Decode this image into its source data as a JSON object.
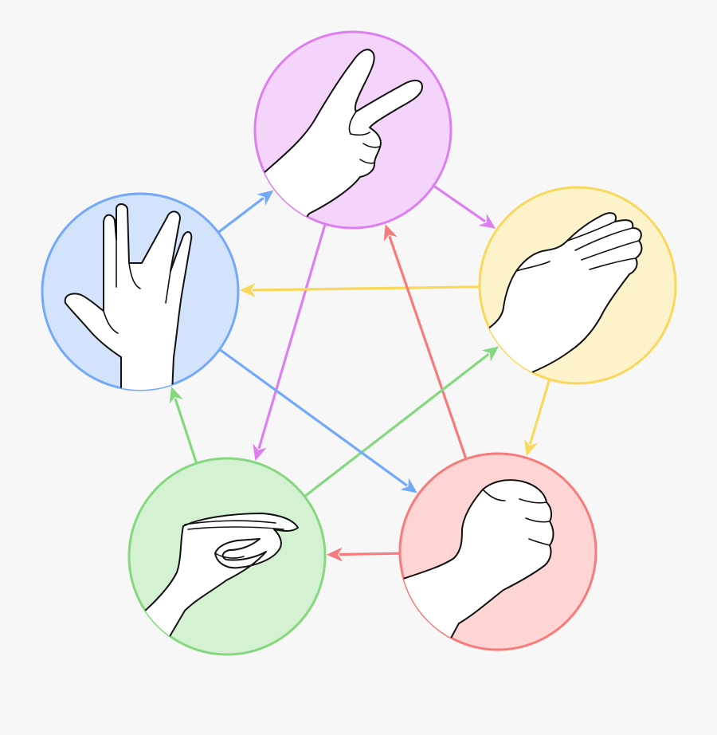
{
  "background": "#f7f7f7",
  "nodes": [
    {
      "id": "scissors",
      "icon": "scissors-hand-icon",
      "fill": "#f5d4fb",
      "stroke": "#dd7ff0"
    },
    {
      "id": "paper",
      "icon": "paper-hand-icon",
      "fill": "#fdf3cb",
      "stroke": "#fad85c"
    },
    {
      "id": "rock",
      "icon": "rock-hand-icon",
      "fill": "#ffd4d4",
      "stroke": "#f77b7b"
    },
    {
      "id": "lizard",
      "icon": "lizard-hand-icon",
      "fill": "#d4f1d2",
      "stroke": "#85d87e"
    },
    {
      "id": "spock",
      "icon": "spock-hand-icon",
      "fill": "#d3e3fc",
      "stroke": "#73a9f8"
    }
  ],
  "edges": [
    {
      "from": "scissors",
      "to": "paper",
      "color": "#dd7ff0"
    },
    {
      "from": "scissors",
      "to": "lizard",
      "color": "#dd7ff0"
    },
    {
      "from": "paper",
      "to": "rock",
      "color": "#fad85c"
    },
    {
      "from": "paper",
      "to": "spock",
      "color": "#fad85c"
    },
    {
      "from": "rock",
      "to": "lizard",
      "color": "#f77b7b"
    },
    {
      "from": "rock",
      "to": "scissors",
      "color": "#f77b7b"
    },
    {
      "from": "lizard",
      "to": "spock",
      "color": "#85d87e"
    },
    {
      "from": "lizard",
      "to": "paper",
      "color": "#85d87e"
    },
    {
      "from": "spock",
      "to": "scissors",
      "color": "#73a9f8"
    },
    {
      "from": "spock",
      "to": "rock",
      "color": "#73a9f8"
    }
  ]
}
